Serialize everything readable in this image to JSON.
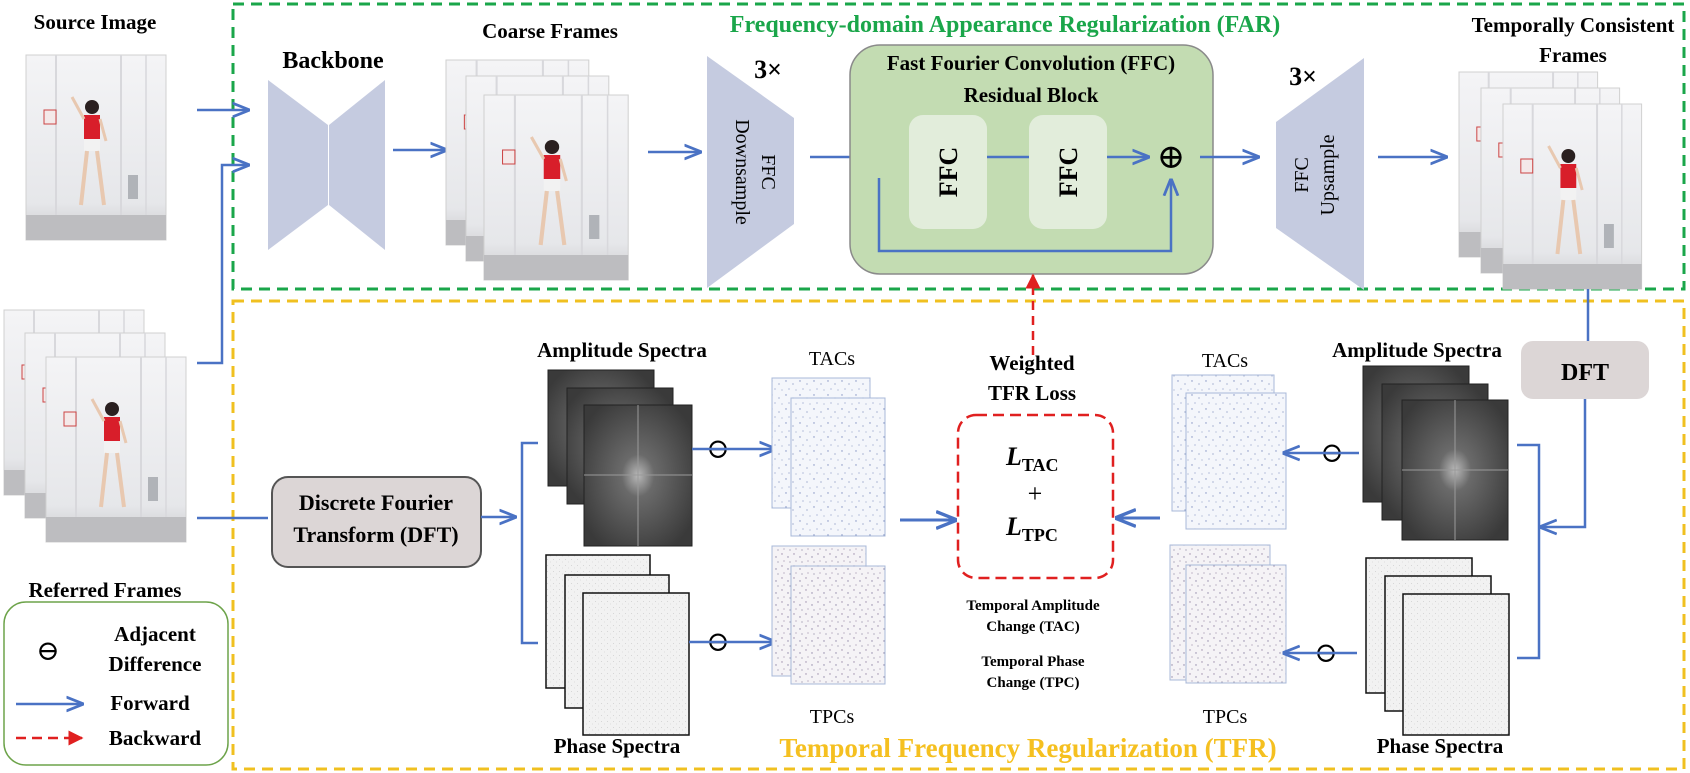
{
  "source_image_label": "Source Image",
  "referred_frames_label": "Referred Frames",
  "backbone_label": "Backbone",
  "coarse_frames_label": "Coarse Frames",
  "far": {
    "title": "Frequency-domain Appearance Regularization (FAR)",
    "down_repeat": "3×",
    "up_repeat": "3×",
    "downsample_line1": "FFC",
    "downsample_line2": "Downsample",
    "upsample_line1": "FFC",
    "upsample_line2": "Upsample",
    "block_title_line1": "Fast Fourier Convolution (FFC)",
    "block_title_line2": "Residual Block",
    "ffc1": "FFC",
    "ffc2": "FFC",
    "plus_symbol": "⊕",
    "output_line1": "Temporally Consistent",
    "output_line2": "Frames"
  },
  "tfr": {
    "title": "Temporal Frequency Regularization (TFR)",
    "dft_line1": "Discrete Fourier",
    "dft_line2": "Transform (DFT)",
    "dft_short": "DFT",
    "amplitude_left": "Amplitude Spectra",
    "phase_left": "Phase Spectra",
    "amplitude_right": "Amplitude Spectra",
    "phase_right": "Phase Spectra",
    "tacs_left": "TACs",
    "tpcs_left": "TPCs",
    "tacs_right": "TACs",
    "tpcs_right": "TPCs",
    "loss_title_line1": "Weighted",
    "loss_title_line2": "TFR Loss",
    "loss_tac": "L",
    "loss_tac_sub": "TAC",
    "loss_plus": "+",
    "loss_tpc": "L",
    "loss_tpc_sub": "TPC",
    "tac_def_line1": "Temporal Amplitude",
    "tac_def_line2": "Change (TAC)",
    "tpc_def_line1": "Temporal Phase",
    "tpc_def_line2": "Change (TPC)",
    "minus_symbol": "⊖"
  },
  "legend": {
    "symbol": "⊖",
    "diff_line1": "Adjacent",
    "diff_line2": "Difference",
    "forward": "Forward",
    "backward": "Backward"
  },
  "colors": {
    "far_border": "#1aa64a",
    "far_title": "#1aa64a",
    "tfr_border": "#f0c020",
    "tfr_title": "#f5c020",
    "arrow": "#4a72c4",
    "backward": "#e02020",
    "trap": "#c5cbe0",
    "block_bg": "#c3dcb2",
    "box_bg": "#dcd6d6"
  }
}
